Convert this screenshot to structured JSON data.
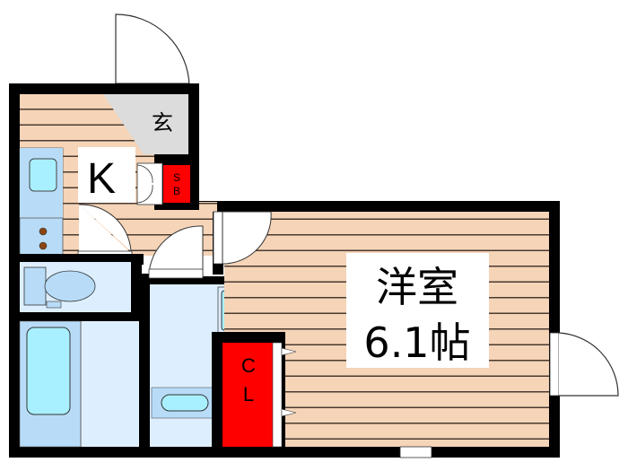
{
  "floorplan": {
    "colors": {
      "wall": "#000000",
      "floor_wood": "#f5d4b8",
      "floor_line": "#4a3a30",
      "genkan": "#dcdcdc",
      "wet_area": "#ddefff",
      "wet_fixture": "#b8dcf8",
      "fixture_fill": "#a8f0ff",
      "storage": "#ff0000",
      "label_bg": "#ffffff",
      "burner": "#8b4513"
    },
    "rooms": {
      "kitchen": {
        "label": "K"
      },
      "entrance": {
        "label": "玄"
      },
      "shoe_box": {
        "label_line1": "S",
        "label_line2": "B"
      },
      "western_room": {
        "label_line1": "洋室",
        "label_line2": "6.1帖"
      },
      "closet": {
        "label_line1": "C",
        "label_line2": "L"
      }
    }
  }
}
